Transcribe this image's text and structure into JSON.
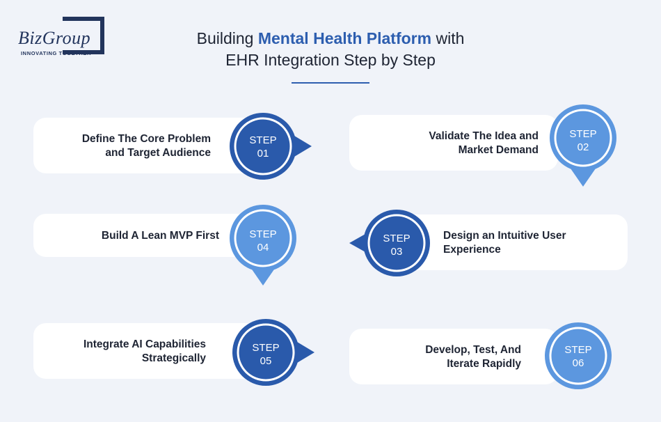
{
  "logo": {
    "brand": "BizGroup",
    "tagline": "INNOVATING TOGETHER"
  },
  "title": {
    "line1_pre": "Building ",
    "line1_highlight": "Mental Health Platform",
    "line1_post": " with",
    "line2": "EHR Integration Step by Step"
  },
  "steps": [
    {
      "step_word": "STEP",
      "number": "01",
      "line1": "Define The Core Problem",
      "line2": "and Target Audience",
      "style": "dark",
      "arrow": "right"
    },
    {
      "step_word": "STEP",
      "number": "02",
      "line1": "Validate The Idea and",
      "line2": "Market Demand",
      "style": "light",
      "arrow": "down"
    },
    {
      "step_word": "STEP",
      "number": "03",
      "line1": "Design an Intuitive User",
      "line2": "Experience",
      "style": "dark",
      "arrow": "left"
    },
    {
      "step_word": "STEP",
      "number": "04",
      "line1": "Build A Lean MVP First",
      "line2": "",
      "style": "light",
      "arrow": "down"
    },
    {
      "step_word": "STEP",
      "number": "05",
      "line1": "Integrate AI Capabilities",
      "line2": "Strategically",
      "style": "dark",
      "arrow": "right"
    },
    {
      "step_word": "STEP",
      "number": "06",
      "line1": "Develop, Test, And",
      "line2": "Iterate Rapidly",
      "style": "light",
      "arrow": "none"
    }
  ],
  "colors": {
    "dark": "#2a5aab",
    "light": "#5c97df",
    "title_highlight": "#2d5eaf",
    "card": "#ffffff",
    "background": "#f0f3f9"
  }
}
